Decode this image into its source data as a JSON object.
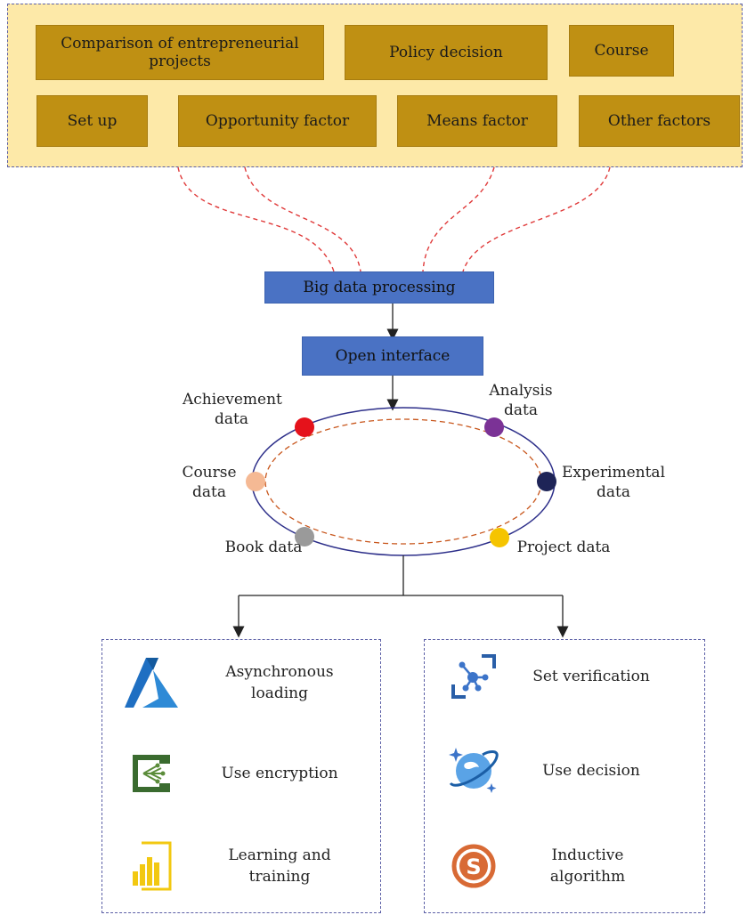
{
  "factors": {
    "row1": [
      "Comparison of entrepreneurial projects",
      "Policy decision",
      "Course"
    ],
    "row2": [
      "Set up",
      "Opportunity factor",
      "Means factor",
      "Other factors"
    ]
  },
  "processing": {
    "big_data": "Big data processing",
    "open_interface": "Open interface"
  },
  "ring": {
    "achievement": {
      "label": "Achievement data",
      "color": "#e5121b"
    },
    "analysis": {
      "label": "Analysis data",
      "color": "#7b3296"
    },
    "course": {
      "label": "Course data",
      "color": "#f5b994"
    },
    "experimental": {
      "label": "Experimental data",
      "color": "#1e2457"
    },
    "book": {
      "label": "Book data",
      "color": "#9a9a9a"
    },
    "project": {
      "label": "Project data",
      "color": "#f5c400"
    }
  },
  "left_panel": [
    {
      "label": "Asynchronous loading",
      "icon": "azure-icon"
    },
    {
      "label": "Use encryption",
      "icon": "event-hub-icon"
    },
    {
      "label": "Learning and training",
      "icon": "power-bi-icon"
    }
  ],
  "right_panel": [
    {
      "label": "Set verification",
      "icon": "network-graph-icon"
    },
    {
      "label": "Use decision",
      "icon": "cosmos-db-icon"
    },
    {
      "label": "Inductive algorithm",
      "icon": "skype-icon"
    }
  ],
  "colors": {
    "panel_bg": "#fde9a8",
    "factor_box": "#bf9013",
    "process_box": "#4a72c4",
    "dashed_link": "#e03a3a",
    "ring_outer": "#2d2f8a",
    "ring_inner": "#c8561c"
  }
}
